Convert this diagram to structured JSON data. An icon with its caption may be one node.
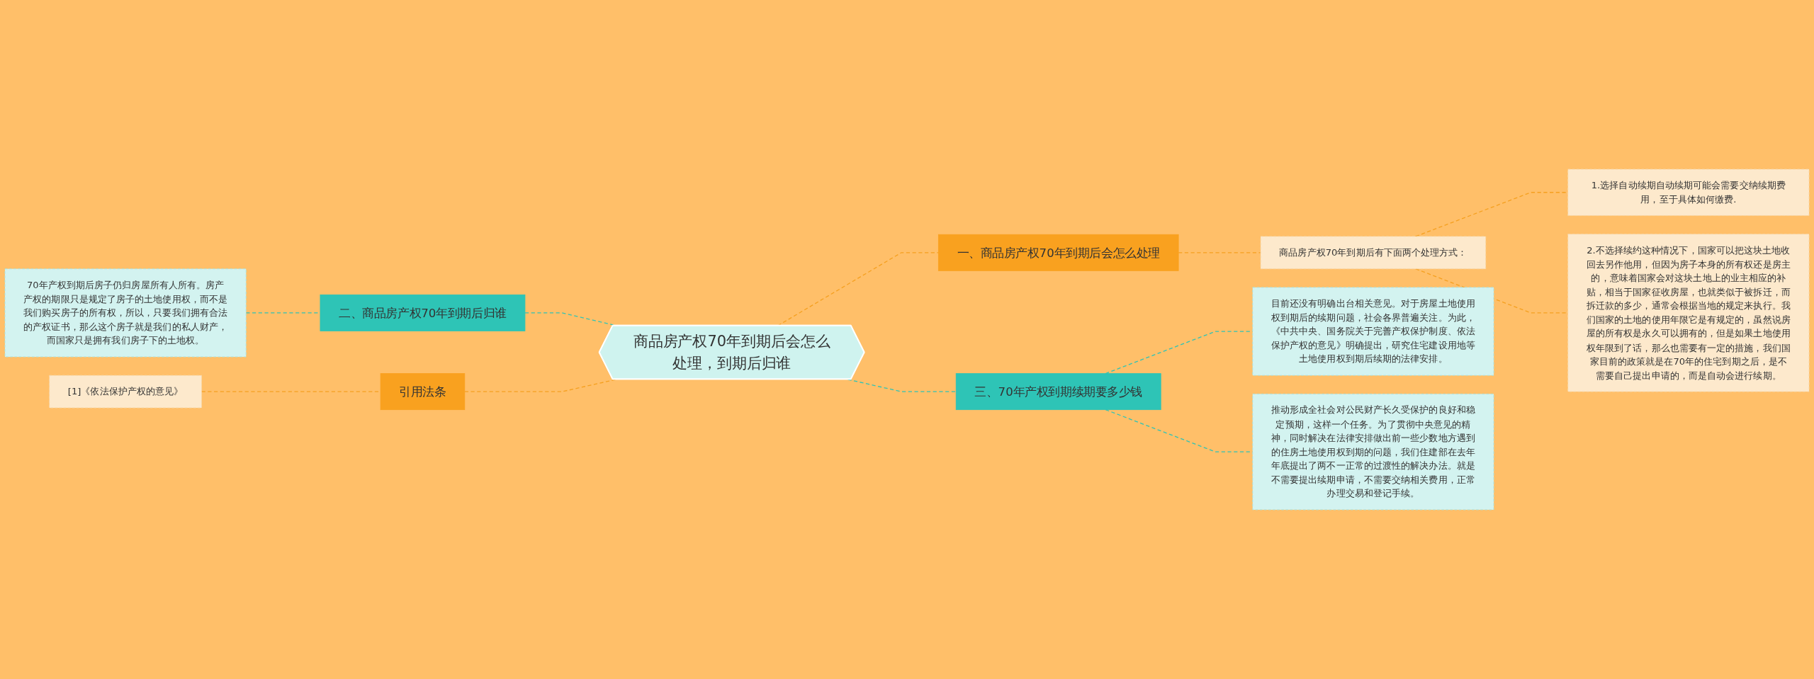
{
  "diagram": {
    "nodes": [
      {
        "text": [
          "商品房产权70年到期后会怎么处理，到期后归谁"
        ]
      },
      {
        "text": [
          "一、商品房产权70年到期后会怎么处理"
        ]
      },
      {
        "text": [
          "商品房产权70年到期后有下面两个处理方式："
        ]
      },
      {
        "text": [
          "1.选择自动续期自动续期可能会需要交纳续期费用，至于具体如何缴费."
        ]
      },
      {
        "text": [
          "2.不选择续约这种情况下，国家可以把这块土地收回去另作他用，但因为房子本身的所有权还是房主的，意味着国家会对这块土地上的业主相应的补贴，相当于国家征收房屋，也就类似于被拆迁，而拆迁款的多少，通常会根据当地的规定来执行。我们国家的土地的使用年限它是有规定的，虽然说房屋的所有权是永久可以拥有的，但是如果土地使用权年限到了话，那么也需要有一定的措施，我们国家目前的政策就是在70年的住宅到期之后，是不需要自己提出申请的，而是自动会进行续期。"
        ]
      },
      {
        "text": [
          "三、70年产权到期续期要多少钱"
        ]
      },
      {
        "text": [
          "目前还没有明确出台相关意见。对于房屋土地使用权到期后的续期问题，社会各界普遍关注。为此，《中共中央、国务院关于完善产权保护制度、依法保护产权的意见》明确提出，研究住宅建设用地等土地使用权到期后续期的法律安排。"
        ]
      },
      {
        "text": [
          "推动形成全社会对公民财产长久受保护的良好和稳定预期，这样一个任务。为了贯彻中央意见的精神，同时解决在法律安排做出前一些少数地方遇到的住房土地使用权到期的问题，我们住建部在去年年底提出了两不一正常的过渡性的解决办法。就是不需要提出续期申请，不需要交纳相关费用，正常办理交易和登记手续。"
        ]
      },
      {
        "text": [
          "二、商品房产权70年到期后归谁"
        ]
      },
      {
        "text": [
          "70年产权到期后房子仍归房屋所有人所有。房产产权的期限只是规定了房子的土地使用权，而不是我们购买房子的所有权，所以，只要我们拥有合法的产权证书，那么这个房子就是我们的私人财产，而国家只是拥有我们房子下的土地权。"
        ]
      },
      {
        "text": [
          "引用法条"
        ]
      },
      {
        "text": [
          "[1]《依法保护产权的意见》"
        ]
      }
    ],
    "edges": [
      {
        "from": 0,
        "to": 1,
        "arrow": "none",
        "style": "dashed",
        "color": "#f5a020"
      },
      {
        "from": 1,
        "to": 2,
        "arrow": "none",
        "style": "dashed",
        "color": "#f5a020"
      },
      {
        "from": 2,
        "to": 3,
        "arrow": "none",
        "style": "dashed",
        "color": "#f5a020"
      },
      {
        "from": 2,
        "to": 4,
        "arrow": "none",
        "style": "dashed",
        "color": "#f5a020"
      },
      {
        "from": 0,
        "to": 5,
        "arrow": "none",
        "style": "dashed",
        "color": "#2ec4b6"
      },
      {
        "from": 5,
        "to": 6,
        "arrow": "none",
        "style": "dashed",
        "color": "#2ec4b6"
      },
      {
        "from": 5,
        "to": 7,
        "arrow": "none",
        "style": "dashed",
        "color": "#2ec4b6"
      },
      {
        "from": 8,
        "to": 0,
        "arrow": "none",
        "style": "dashed",
        "color": "#2ec4b6"
      },
      {
        "from": 9,
        "to": 8,
        "arrow": "none",
        "style": "dashed",
        "color": "#2ec4b6"
      },
      {
        "from": 10,
        "to": 0,
        "arrow": "none",
        "style": "dashed",
        "color": "#f5a020"
      },
      {
        "from": 11,
        "to": 10,
        "arrow": "none",
        "style": "dashed",
        "color": "#f5a020"
      }
    ]
  }
}
